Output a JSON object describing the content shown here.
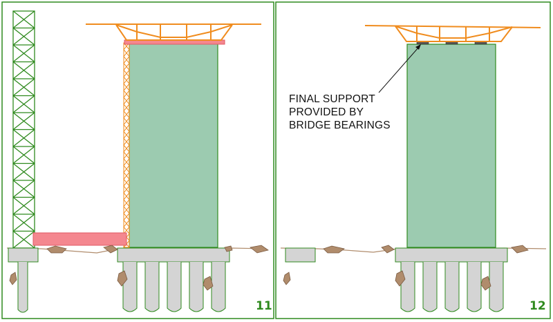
{
  "panels": [
    {
      "number": "11"
    },
    {
      "number": "12"
    }
  ],
  "annotation": {
    "lines": [
      "FINAL SUPPORT",
      "PROVIDED BY",
      "BRIDGE BEARINGS"
    ]
  },
  "colors": {
    "frame": "#2f8a1e",
    "pier": "#9ccbb0",
    "pier_outline": "#2f8a1e",
    "deck": "#f08c1e",
    "temporary_support": "#f4878f",
    "foundation": "#d4d4d4",
    "rock": "#b08c6c",
    "bearing": "#555555"
  }
}
